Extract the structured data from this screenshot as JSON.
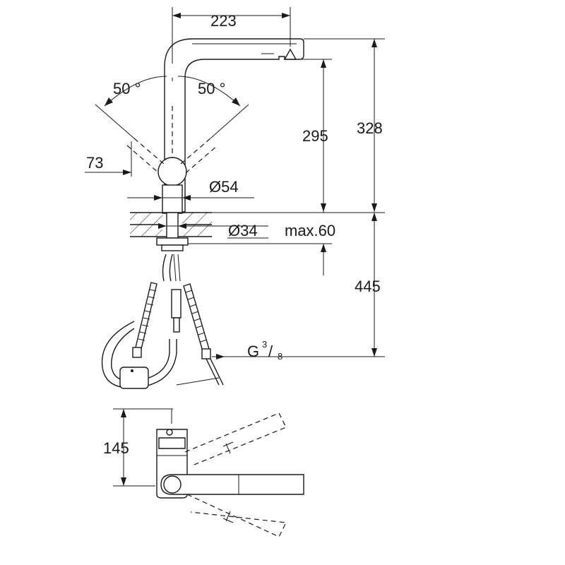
{
  "dimensions": {
    "spout_reach": "223",
    "total_height": "328",
    "spout_height": "295",
    "below_counter": "445",
    "swivel_angle_left": "50 °",
    "swivel_angle_right": "50 °",
    "lever_offset": "73",
    "body_diameter": "Ø54",
    "hole_diameter": "Ø34",
    "max_counter_thickness": "max.60",
    "thread_label": "G",
    "thread_numerator": "3",
    "thread_slash": "/",
    "thread_denominator": "8",
    "top_view_depth": "145"
  }
}
